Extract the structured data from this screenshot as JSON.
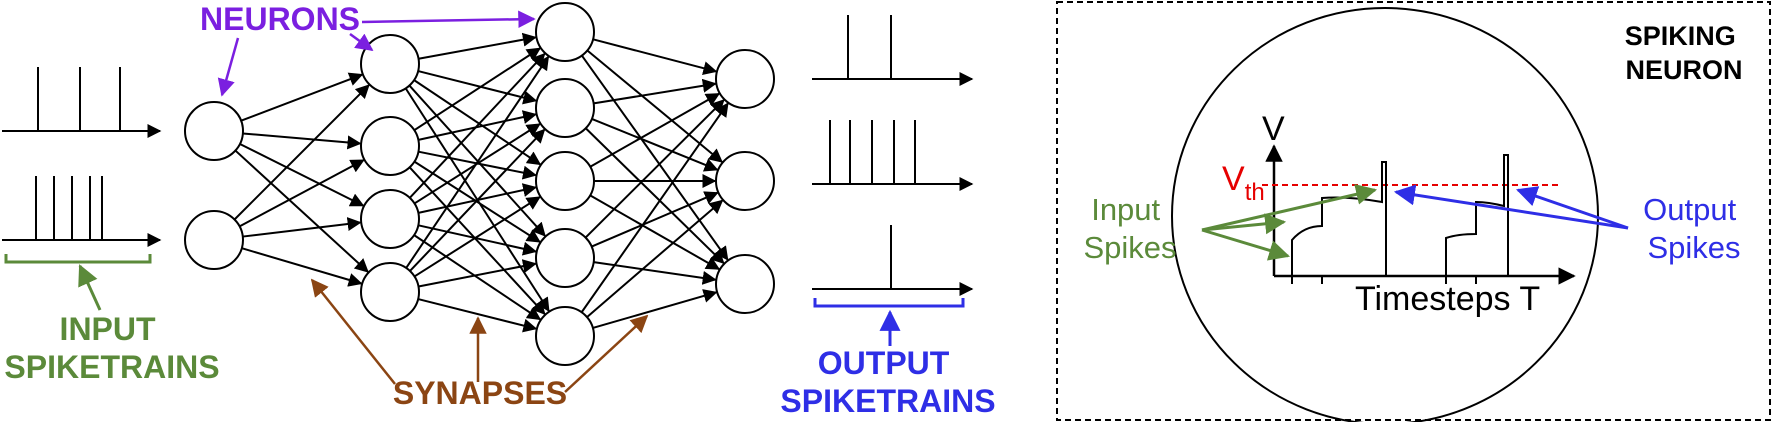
{
  "labels": {
    "neurons": "NEURONS",
    "input_spiketrains": [
      "INPUT",
      "SPIKETRAINS"
    ],
    "synapses": "SYNAPSES",
    "output_spiketrains": [
      "OUTPUT",
      "SPIKETRAINS"
    ],
    "spiking_neuron": [
      "SPIKING",
      "NEURON"
    ],
    "voltage_axis": "V",
    "threshold": "V",
    "threshold_subscript": "th",
    "time_axis": "Timesteps T",
    "input_spikes": [
      "Input",
      "Spikes"
    ],
    "output_spikes": [
      "Output",
      "Spikes"
    ]
  },
  "network": {
    "layer_sizes": [
      2,
      4,
      5,
      3
    ]
  },
  "colors": {
    "neurons": "#7b1fe0",
    "input": "#5b8a3a",
    "synapses": "#8b4513",
    "output": "#2e2ee6",
    "threshold": "#e60000",
    "line": "#000000"
  }
}
